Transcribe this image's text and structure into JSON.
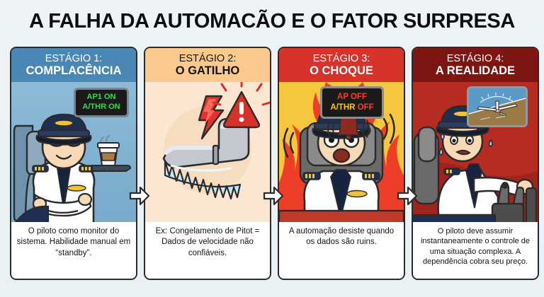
{
  "title": "A FALHA DA AUTOMACÃO E O FATOR SURPRESA",
  "colors": {
    "background": "#eef4f7",
    "stage1": "#4a87b5",
    "stage2": "#f9c98e",
    "stage3": "#d8332b",
    "stage4": "#7d1512",
    "display_green": "#2fe04a",
    "display_red": "#ff3b2e",
    "display_yellow": "#ffc400"
  },
  "stages": [
    {
      "stage_label": "ESTÁGIO 1:",
      "stage_name": "COMPLACÊNCIA",
      "display": {
        "line1": "AP1 ON",
        "line2": "A/THR ON"
      },
      "caption": "O piloto como monitor do sistema. Habilidade manual em “standby”."
    },
    {
      "stage_label": "ESTÁGIO 2:",
      "stage_name": "O GATILHO",
      "display": {
        "line1": "",
        "line2": ""
      },
      "caption": "Ex: Congelamento de Pitot = Dados de velocidade não confiáveis."
    },
    {
      "stage_label": "ESTÁGIO 3:",
      "stage_name": "O CHOQUE",
      "display": {
        "line1": "AP OFF",
        "line2_part1": "A/THR ",
        "line2_part2": "OFF"
      },
      "caption": "A automação desiste quando os dados são ruins."
    },
    {
      "stage_label": "ESTÁGIO 4:",
      "stage_name": "A REALIDADE",
      "display": {
        "line1": "",
        "line2": ""
      },
      "caption": "O piloto deve assumir instantaneamente o controle de uma situação complexa. A dependência cobra seu preço."
    }
  ],
  "icons": {
    "arrow1": "arrow-right-icon",
    "arrow2": "arrow-right-icon",
    "arrow3": "arrow-right-icon",
    "pilot_relaxed": "pilot-relaxed-icon",
    "coffee": "coffee-cup-icon",
    "pitot": "frozen-pitot-tube-icon",
    "lightning": "lightning-bolt-icon",
    "warning": "warning-triangle-icon",
    "pilot_shocked": "pilot-shocked-icon",
    "alarm_bell": "alarm-bell-icon",
    "pilot_stressed": "pilot-stressed-icon",
    "attitude_indicator": "attitude-indicator-icon"
  }
}
